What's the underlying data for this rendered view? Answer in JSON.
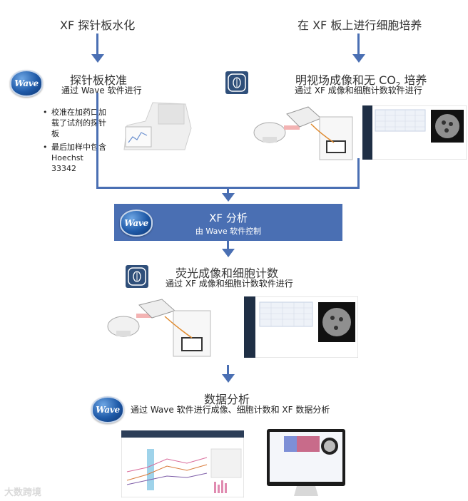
{
  "steps": {
    "hydrate": {
      "title": "XF 探针板水化"
    },
    "culture": {
      "title": "在 XF 板上进行细胞培养"
    },
    "calibrate": {
      "title": "探针板校准",
      "subtitle": "通过 Wave 软件进行",
      "bullets": [
        "校准在加药口加载了试剂的探针板",
        "最后加样中包含 Hoechst 33342"
      ]
    },
    "brightfield": {
      "title_main": "明视场成像和无 CO",
      "title_sub": "2",
      "title_end": " 培养",
      "subtitle": "通过 XF 成像和细胞计数软件进行"
    },
    "analysis": {
      "title": "XF 分析",
      "subtitle": "由 Wave 软件控制"
    },
    "fluorescence": {
      "title": "荧光成像和细胞计数",
      "subtitle": "通过 XF 成像和细胞计数软件进行"
    },
    "data": {
      "title": "数据分析",
      "subtitle": "通过 Wave 软件进行成像、细胞计数和 XF 数据分析"
    }
  },
  "logo": {
    "text": "Wave"
  },
  "watermark": "大数跨境",
  "colors": {
    "accent": "#4a6fb3",
    "wave_blue": "#1f5aa8"
  }
}
